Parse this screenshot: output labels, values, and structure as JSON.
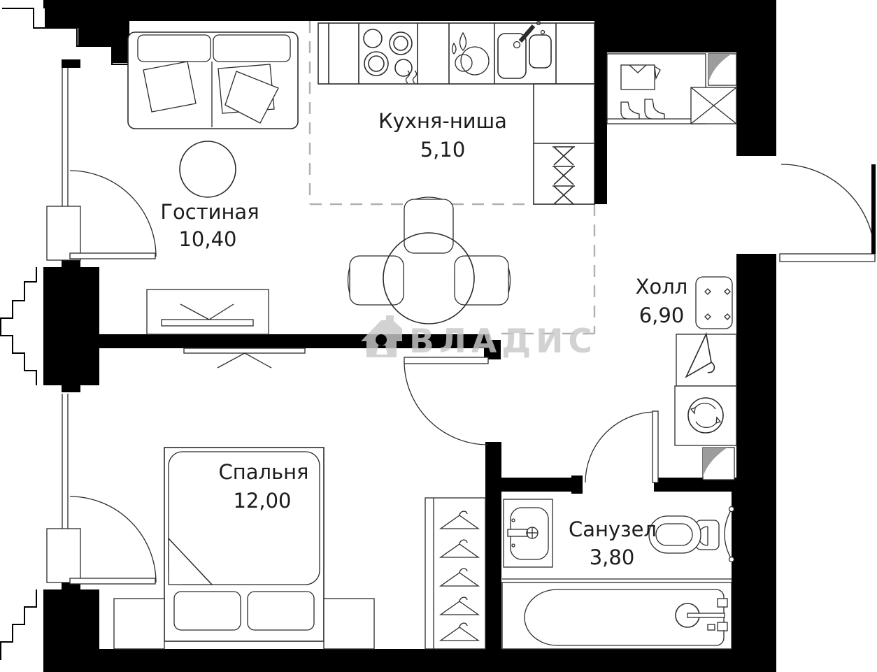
{
  "floorplan": {
    "kind": "apartment-floor-plan",
    "rooms": [
      {
        "id": "living",
        "name": "Гостиная",
        "area": "10,40"
      },
      {
        "id": "kitchen",
        "name": "Кухня-ниша",
        "area": "5,10"
      },
      {
        "id": "hall",
        "name": "Холл",
        "area": "6,90"
      },
      {
        "id": "bedroom",
        "name": "Спальня",
        "area": "12,00"
      },
      {
        "id": "bathroom",
        "name": "Санузел",
        "area": "3,80"
      }
    ],
    "watermark": {
      "brand": "ВЛАДИС",
      "icon": "house-with-keyhole"
    },
    "colors": {
      "walls": "#000000",
      "furniture_lines": "#2b2b2b",
      "zone_dashed": "#b0b0b0",
      "vent_shaft": "#9c9c9c",
      "watermark": "#c9c9c9",
      "background": "#ffffff",
      "label_text": "#1c1c1c"
    }
  }
}
